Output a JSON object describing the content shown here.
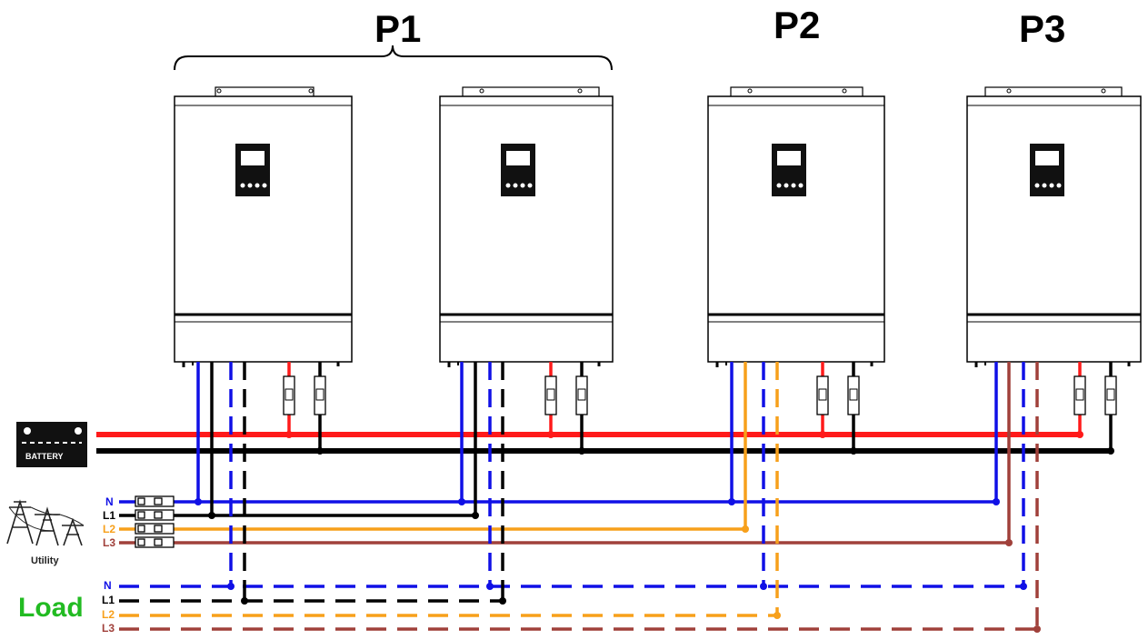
{
  "groups": [
    {
      "id": "P1",
      "label": "P1"
    },
    {
      "id": "P2",
      "label": "P2"
    },
    {
      "id": "P3",
      "label": "P3"
    }
  ],
  "battery": {
    "label": "BATTERY"
  },
  "utility": {
    "label": "Utility"
  },
  "load": {
    "label": "Load"
  },
  "utility_lines": [
    "N",
    "L1",
    "L2",
    "L3"
  ],
  "load_lines": [
    "N",
    "L1",
    "L2",
    "L3"
  ],
  "colors": {
    "N": "#1010e6",
    "L1": "#000000",
    "L2": "#f7a01b",
    "L3": "#a0403a",
    "battery_pos": "#ff1a1a",
    "battery_neg": "#000000",
    "load_text": "#22bb22"
  }
}
